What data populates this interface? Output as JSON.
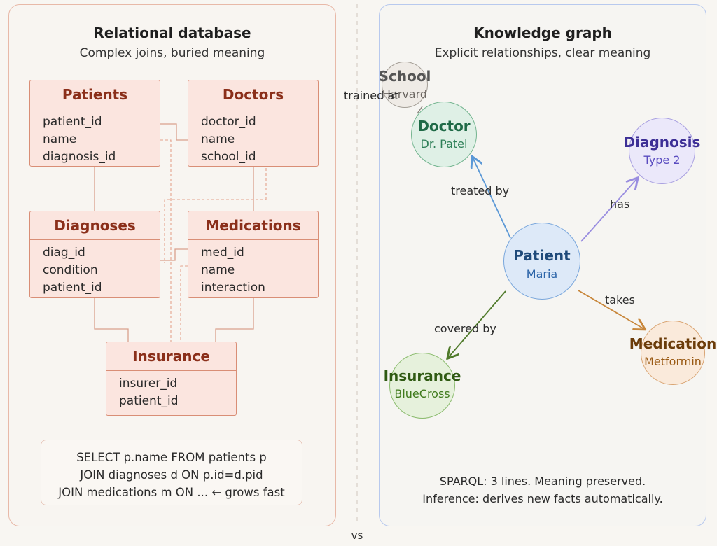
{
  "relational": {
    "title": "Relational database",
    "subtitle": "Complex joins, buried meaning",
    "tables": {
      "patients": {
        "name": "Patients",
        "fields": [
          "patient_id",
          "name",
          "diagnosis_id"
        ]
      },
      "doctors": {
        "name": "Doctors",
        "fields": [
          "doctor_id",
          "name",
          "school_id"
        ]
      },
      "diagnoses": {
        "name": "Diagnoses",
        "fields": [
          "diag_id",
          "condition",
          "patient_id"
        ]
      },
      "medications": {
        "name": "Medications",
        "fields": [
          "med_id",
          "name",
          "interaction"
        ]
      },
      "insurance": {
        "name": "Insurance",
        "fields": [
          "insurer_id",
          "patient_id"
        ]
      }
    },
    "sql": [
      "SELECT p.name FROM patients p",
      "JOIN diagnoses d ON p.id=d.pid",
      "JOIN medications m ON ... ← grows fast"
    ]
  },
  "divider": {
    "label": "vs"
  },
  "graph": {
    "title": "Knowledge graph",
    "subtitle": "Explicit relationships, clear meaning",
    "nodes": {
      "patient": {
        "label": "Patient",
        "value": "Maria",
        "fill": "#dde9f8",
        "stroke": "#7aa7dc",
        "text": "#1f4a7a"
      },
      "doctor": {
        "label": "Doctor",
        "value": "Dr. Patel",
        "fill": "#dff0e6",
        "stroke": "#73b48f",
        "text": "#1f6a47"
      },
      "diagnosis": {
        "label": "Diagnosis",
        "value": "Type 2",
        "fill": "#ebe8fa",
        "stroke": "#a79ee0",
        "text": "#3d2f96"
      },
      "medication": {
        "label": "Medication",
        "value": "Metformin",
        "fill": "#faeadb",
        "stroke": "#d9a472",
        "text": "#6b3c0a"
      },
      "insurance": {
        "label": "Insurance",
        "value": "BlueCross",
        "fill": "#e6f1dc",
        "stroke": "#8cbc6f",
        "text": "#2f5a12"
      },
      "school": {
        "label": "School",
        "value": "Harvard",
        "fill": "#efebe6",
        "stroke": "#a49e96",
        "text": "#555"
      }
    },
    "edges": {
      "treated_by": "treated by",
      "has": "has",
      "takes": "takes",
      "covered_by": "covered by",
      "trained_at": "trained at"
    },
    "footer": [
      "SPARQL: 3 lines. Meaning preserved.",
      "Inference: derives new facts automatically."
    ]
  },
  "colors": {
    "table_border": "#d98e76",
    "table_fill": "#fbe5df",
    "table_title": "#8b2f1a",
    "edge_treated": "#5b98d6",
    "edge_has": "#9a8ee0",
    "edge_takes": "#c8873c",
    "edge_covered": "#4f7a2a",
    "edge_trained": "#8a847e"
  }
}
